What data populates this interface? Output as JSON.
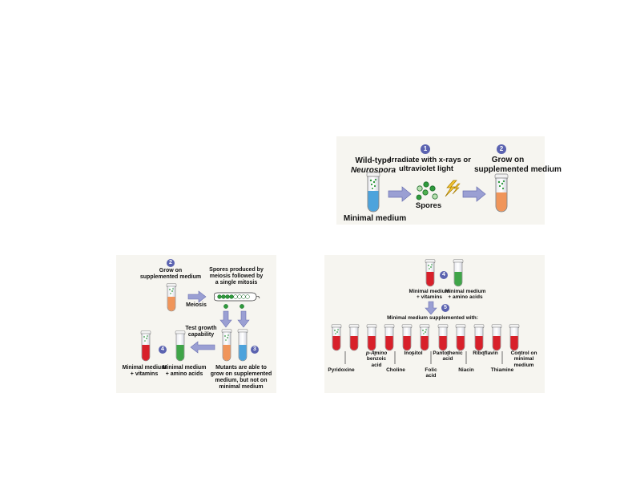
{
  "top": {
    "wildtype_line1": "Wild-type",
    "wildtype_line2": "Neurospora",
    "step1_number": "1",
    "step1_line1": "Irradiate with x-rays or",
    "step1_line2": "ultraviolet light",
    "step2_number": "2",
    "step2_line1": "Grow on",
    "step2_line2": "supplemented medium",
    "spores": "Spores",
    "minimal_medium": "Minimal medium"
  },
  "bottom_left": {
    "step2_number": "2",
    "grow_line1": "Grow on",
    "grow_line2": "supplemented medium",
    "spores_line1": "Spores produced by",
    "spores_line2": "meiosis followed by",
    "spores_line3": "a single mitosis",
    "meiosis": "Meiosis",
    "test_line1": "Test growth",
    "test_line2": "capability",
    "step4_number": "4",
    "step3_number": "3",
    "vitamins_line1": "Minimal medium",
    "vitamins_line2": "+ vitamins",
    "amino_line1": "Minimal medium",
    "amino_line2": "+ amino acids",
    "mutants_line1": "Mutants are able to",
    "mutants_line2": "grow on supplemented",
    "mutants_line3": "medium, but not on",
    "mutants_line4": "minimal medium"
  },
  "bottom_right": {
    "step4_number": "4",
    "step5_number": "5",
    "vitamins_line1": "Minimal medium",
    "vitamins_line2": "+ vitamins",
    "amino_line1": "Minimal medium",
    "amino_line2": "+ amino acids",
    "supplemented_with": "Minimal medium supplemented with:",
    "pyridoxine": "Pyridoxine",
    "paba_line1": "p-Amino",
    "paba_line2": "benzoic",
    "paba_line3": "acid",
    "choline": "Choline",
    "inositol": "Inositol",
    "folic_line1": "Folic",
    "folic_line2": "acid",
    "pantothenic_line1": "Pantothenic",
    "pantothenic_line2": "acid",
    "niacin": "Niacin",
    "riboflavin": "Riboflavin",
    "thiamine": "Thiamine",
    "control_line1": "Control on",
    "control_line2": "minimal",
    "control_line3": "medium"
  },
  "colors": {
    "minimal": "#4da3dc",
    "supplemented": "#f0955a",
    "vitamins": "#d8202a",
    "amino": "#3fa548",
    "arrow": "#9a9fd3",
    "badge": "#5b63b0",
    "lightning": "#f4c430"
  },
  "tube_growth": [
    "growth",
    "no-growth",
    "no-growth",
    "no-growth",
    "no-growth",
    "growth",
    "no-growth",
    "no-growth",
    "no-growth",
    "no-growth",
    "no-growth"
  ]
}
